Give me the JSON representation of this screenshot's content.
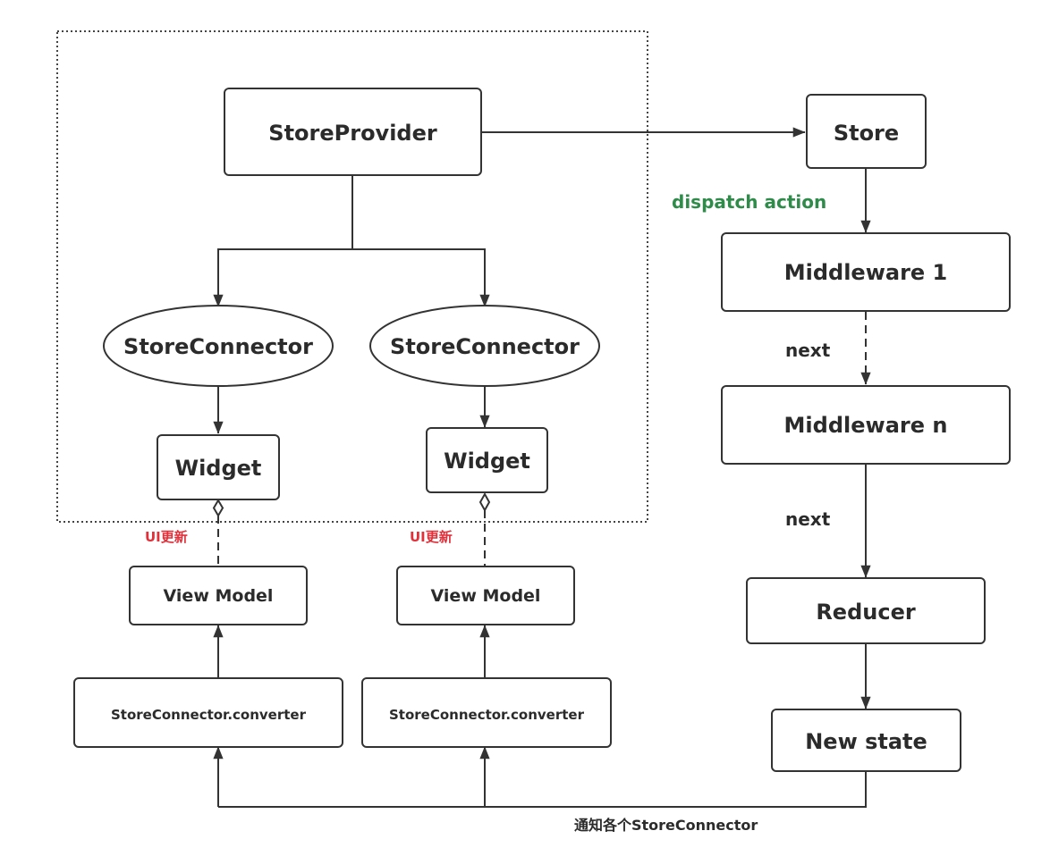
{
  "diagram": {
    "title": "Flutter Redux data flow",
    "colors": {
      "stroke": "#333333",
      "text": "#2b2b2b",
      "dispatch_label": "#2e8b4a",
      "ui_update_label": "#e0303a"
    },
    "nodes": {
      "store_provider": "StoreProvider",
      "store": "Store",
      "store_connector_1": "StoreConnector",
      "store_connector_2": "StoreConnector",
      "widget_1": "Widget",
      "widget_2": "Widget",
      "view_model_1": "View Model",
      "view_model_2": "View Model",
      "converter_1": "StoreConnector.converter",
      "converter_2": "StoreConnector.converter",
      "middleware_1": "Middleware 1",
      "middleware_n": "Middleware n",
      "reducer": "Reducer",
      "new_state": "New state"
    },
    "labels": {
      "dispatch_action": "dispatch action",
      "next_1": "next",
      "next_2": "next",
      "ui_update_1": "UI更新",
      "ui_update_2": "UI更新",
      "notify": "通知各个StoreConnector"
    }
  }
}
